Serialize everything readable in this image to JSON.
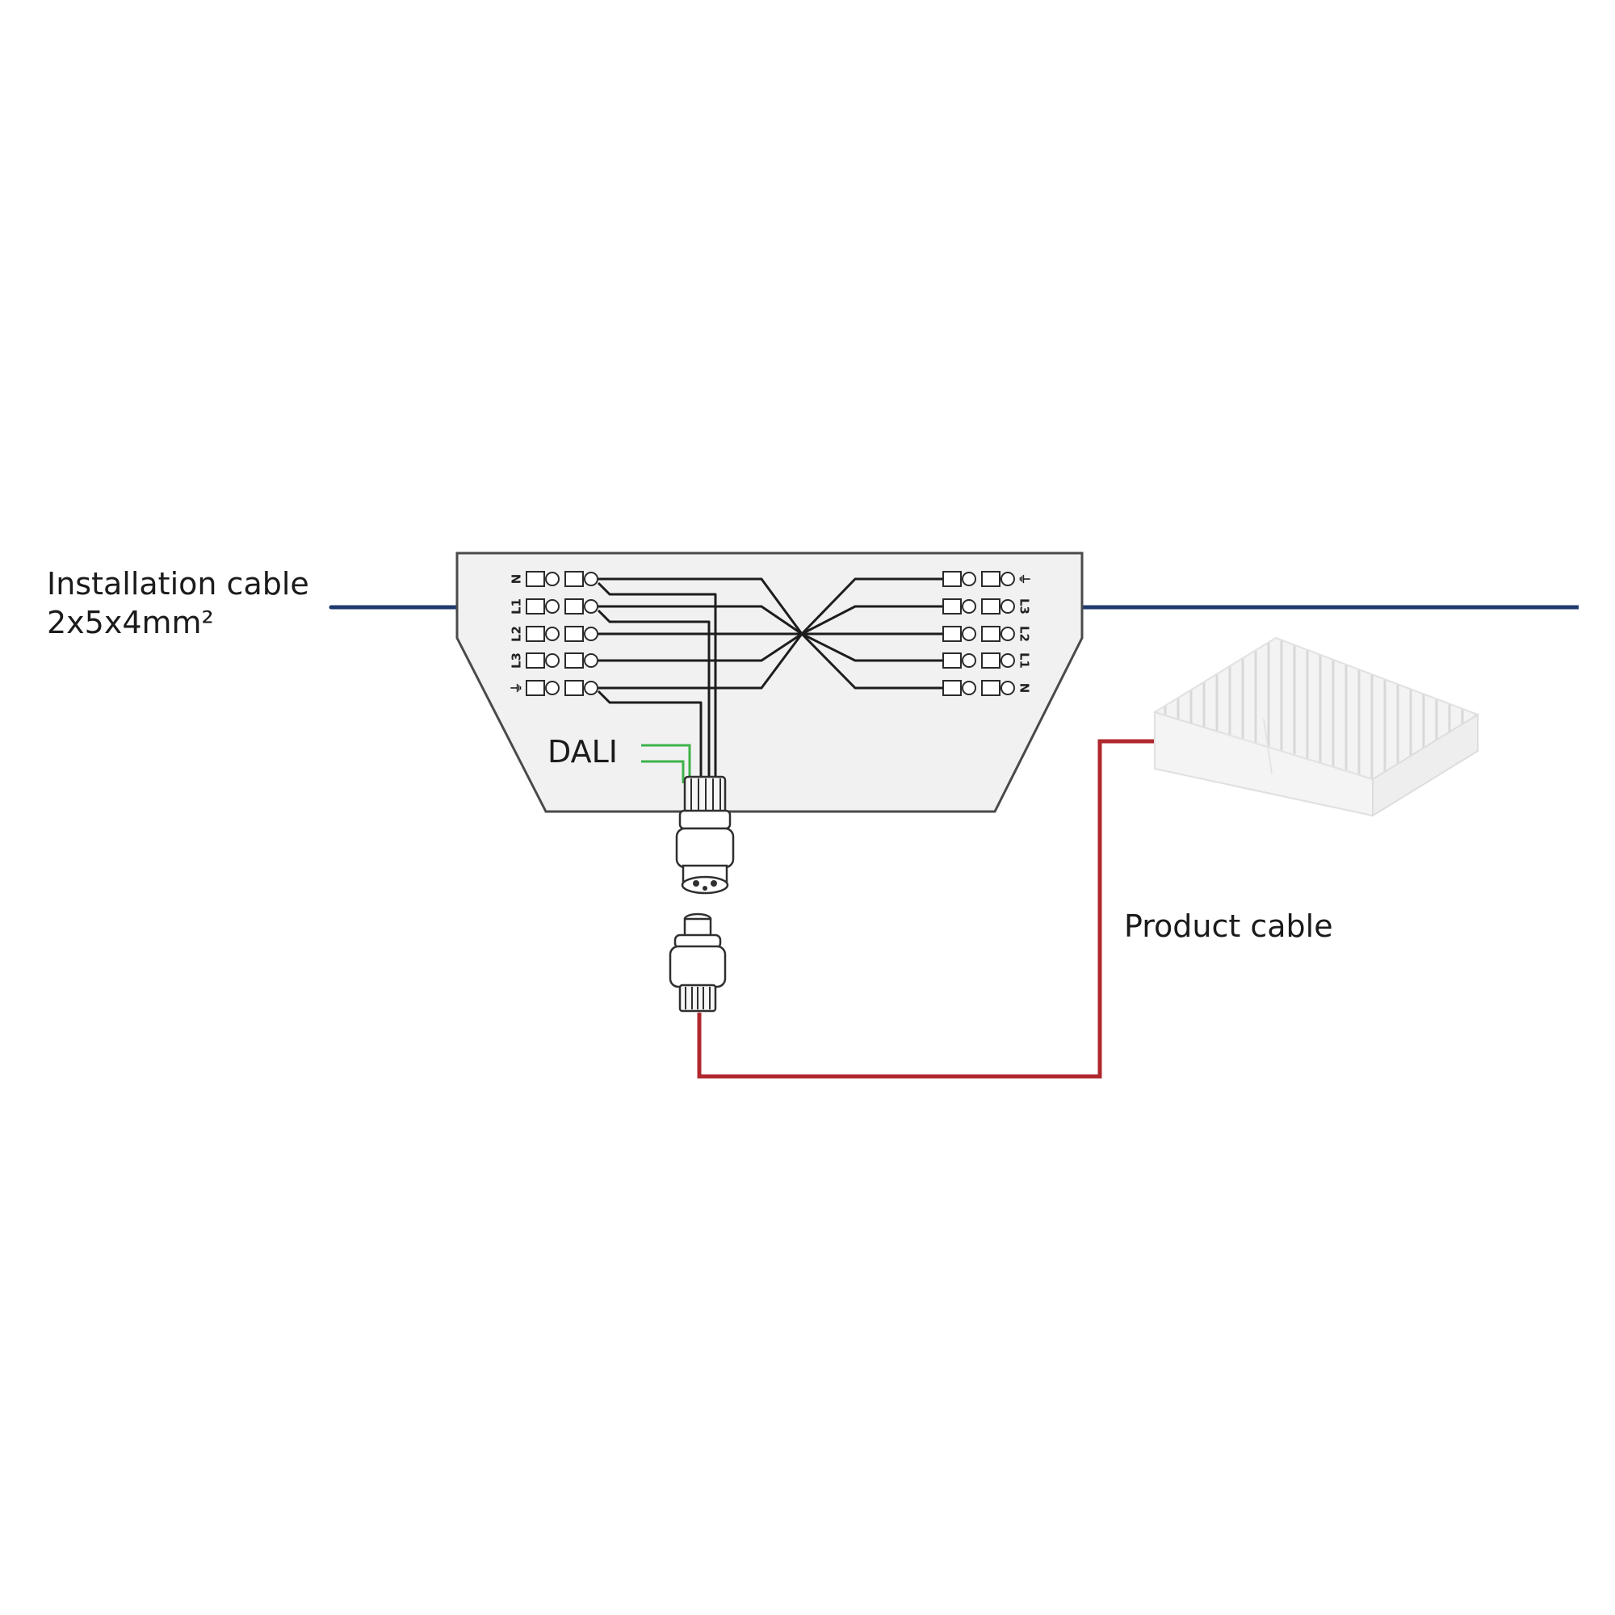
{
  "labels": {
    "installation_cable_line1": "Installation cable",
    "installation_cable_line2": "2x5x4mm²",
    "dali": "DALI",
    "product_cable": "Product cable"
  },
  "terminals": {
    "left": [
      "N",
      "L1",
      "L2",
      "L3",
      "⏚"
    ],
    "right": [
      "⏚",
      "L3",
      "L2",
      "L1",
      "N"
    ]
  },
  "colors": {
    "installation_cable": "#1f3a6e",
    "product_cable": "#b0282e",
    "dali_wires": "#3fb24a",
    "box_fill": "#f1f1f1",
    "box_stroke": "#4a4a4a",
    "wire": "#1d1d1d"
  },
  "icons": {
    "earth": "earth-ground-icon",
    "luminaire": "luminaire-icon",
    "connector": "plug-connector-icon"
  }
}
